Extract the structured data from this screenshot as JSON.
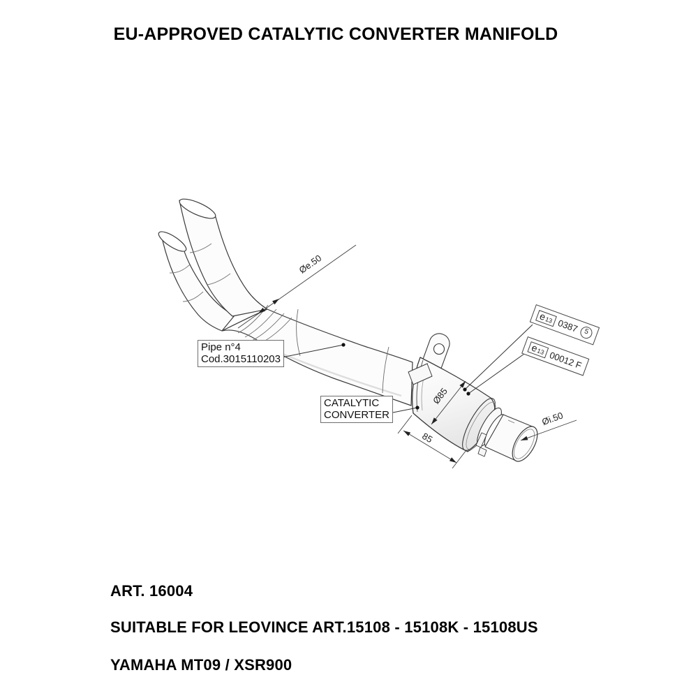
{
  "title": "EU-APPROVED CATALYTIC CONVERTER MANIFOLD",
  "callouts": {
    "pipe": {
      "line1": "Pipe n°4",
      "line2": "Cod.3015110203"
    },
    "converter": {
      "line1": "CATALYTIC",
      "line2": "CONVERTER"
    }
  },
  "dimensions": {
    "inlet_outer_diameter": "Øe.50",
    "converter_diameter": "Ø85",
    "converter_length": "85",
    "outlet_inner_diameter": "Øi.50"
  },
  "homologation_labels": [
    {
      "mark": "e",
      "code": "13",
      "number": "0387",
      "circled": "5"
    },
    {
      "mark": "e",
      "code": "13",
      "number": "00012 F"
    }
  ],
  "footer": {
    "art_number": "ART. 16004",
    "compatibility": "SUITABLE FOR LEOVINCE ART.15108 - 15108K - 15108US",
    "vehicle": "YAMAHA MT09 / XSR900"
  },
  "colors": {
    "background": "#ffffff",
    "line": "#3a3a3a",
    "text": "#000000"
  }
}
